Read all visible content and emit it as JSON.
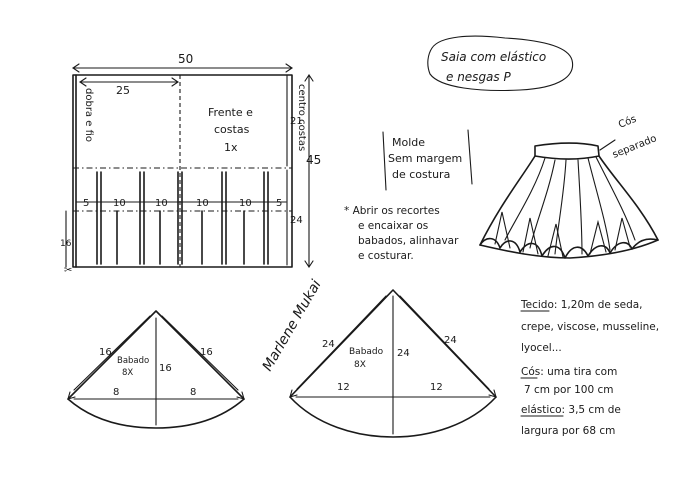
{
  "title": {
    "line1": "Saia com elástico",
    "line2": "e nesgas P"
  },
  "molde_note": {
    "line1": "Molde",
    "line2": "Sem margem",
    "line3": "de costura"
  },
  "main_pattern": {
    "width_label": "50",
    "half_width_label": "25",
    "height_label": "45",
    "upper_label": "21",
    "lower_label": "24",
    "slit_label": "16",
    "fold_label": "dobra e fio",
    "center_label": "centro costas",
    "piece_line1": "Frente e",
    "piece_line2": "costas",
    "piece_line3": "1x",
    "segment_labels": [
      "5",
      "10",
      "10",
      "10",
      "10",
      "5"
    ]
  },
  "instruction": {
    "line1": "* Abrir os recortes",
    "line2": "e encaixar os",
    "line3": "babados, alinhavar",
    "line4": "e costurar."
  },
  "skirt_illustration": {
    "waist_label_line1": "Cós",
    "waist_label_line2": "separado"
  },
  "small_godet": {
    "side_left": "16",
    "side_right": "16",
    "height": "16",
    "half_left": "8",
    "half_right": "8",
    "name": "Babado",
    "count": "8X"
  },
  "large_godet": {
    "side_left": "24",
    "side_right": "24",
    "height": "24",
    "half_left": "12",
    "half_right": "12",
    "name": "Babado",
    "count": "8X"
  },
  "signature": "Marlene Mukai",
  "materials": {
    "line1": "Tecido: 1,20m de seda,",
    "line2": "crepe, viscose, musseline,",
    "line3": "lyocel...",
    "line4": "Cós: uma tira com",
    "line5": "7 cm por 100 cm",
    "line6": "elástico: 3,5 cm de",
    "line7": "largura por 68 cm"
  }
}
